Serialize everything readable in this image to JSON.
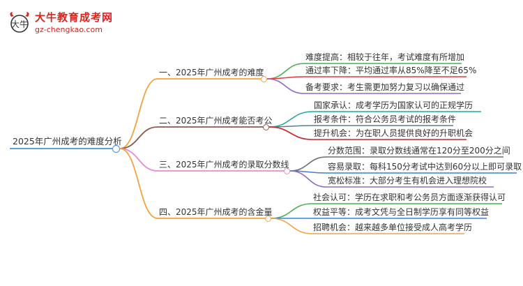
{
  "logo": {
    "brand": "大牛教育成考网",
    "url": "gz-chengkao.com",
    "emblem_text": "大牛"
  },
  "colors": {
    "brand_red": "#d9241b",
    "branch1": "#f5a142",
    "branch2": "#8b5a4a",
    "branch3": "#e68bd6",
    "branch4": "#f5a142",
    "root": "#4a90d9",
    "green": "#4caf50",
    "red": "#e53935",
    "purple": "#8e6bc4",
    "teal": "#26a69a",
    "slate": "#5c7b8c",
    "blue": "#3f7fd6",
    "darkred": "#c62828",
    "gray": "#6d6d6d",
    "orange": "#f5a142"
  },
  "root": {
    "label": "2025年广州成考的难度分析"
  },
  "branches": [
    {
      "label": "一、2025年广州成考的难度",
      "children": [
        {
          "label": "难度提高：相较于往年，考试难度有所增加"
        },
        {
          "label": "通过率下降：平均通过率从85%降至不足65%"
        },
        {
          "label": "备考要求：考生需更加努力复习以确保通过"
        }
      ]
    },
    {
      "label": "二、2025年广州成考能否考公",
      "children": [
        {
          "label": "国家承认：成考学历为国家认可的正规学历"
        },
        {
          "label": "报考条件：符合公务员考试的报考条件"
        },
        {
          "label": "提升机会：为在职人员提供良好的升职机会"
        }
      ]
    },
    {
      "label": "三、2025年广州成考的录取分数线",
      "children": [
        {
          "label": "分数范围：录取分数线通常在120分至200分之间"
        },
        {
          "label": "容易录取：每科150分考试中达到60分以上即可录取"
        },
        {
          "label": "宽松标准：大部分考生有机会进入理想院校"
        }
      ]
    },
    {
      "label": "四、2025年广州成考的含金量",
      "children": [
        {
          "label": "社会认可：学历在求职和考公务员方面逐渐获得认可"
        },
        {
          "label": "权益平等：成考文凭与全日制学历享有同等权益"
        },
        {
          "label": "招聘机会：越来越多单位接受成人高考学历"
        }
      ]
    }
  ]
}
